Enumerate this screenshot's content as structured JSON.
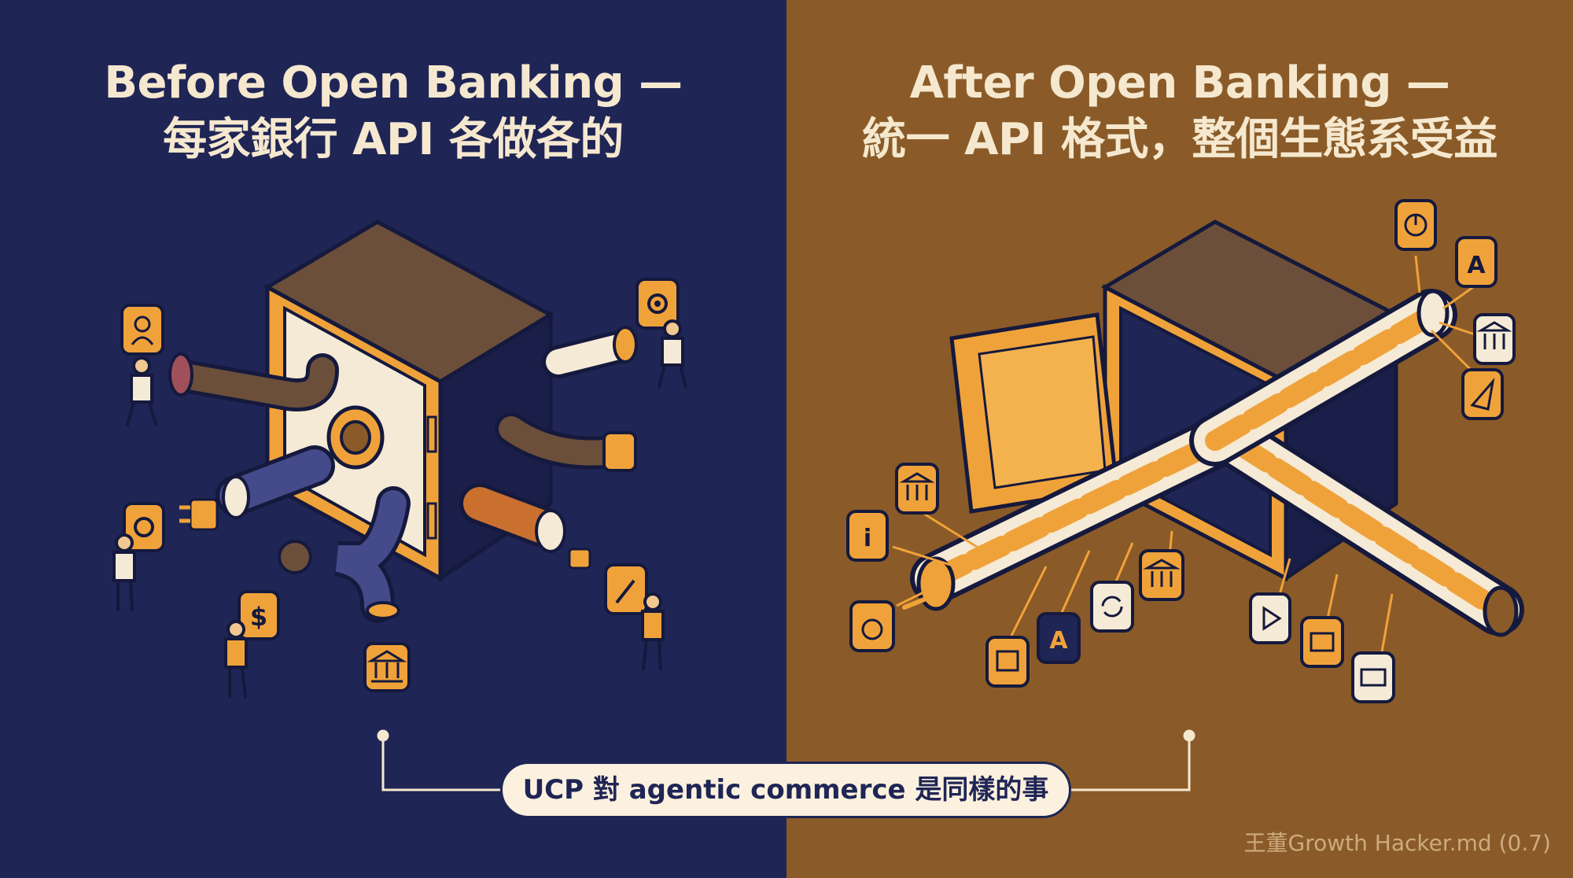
{
  "left": {
    "title_line1": "Before Open Banking —",
    "title_line2": "每家銀行 API 各做各的"
  },
  "right": {
    "title_line1": "After Open Banking —",
    "title_line2": "統一 API 格式，整個生態系受益"
  },
  "caption": "UCP 對 agentic commerce 是同樣的事",
  "watermark": "王董Growth Hacker.md (0.7)",
  "icons": {
    "left": [
      "person-icon",
      "gear-icon",
      "gear-icon",
      "dollar-icon",
      "bank-icon",
      "wrench-icon"
    ],
    "right": [
      "pie-chart-icon",
      "app-store-icon",
      "bank-icon",
      "send-icon",
      "bank-icon",
      "info-icon",
      "apple-icon",
      "box-icon",
      "app-store-icon",
      "refresh-icon",
      "bank-icon",
      "play-icon",
      "wallet-icon",
      "card-icon"
    ]
  },
  "colors": {
    "navy": "#1f2555",
    "ochre": "#8a5b28",
    "orange": "#f0a23a",
    "cream": "#f5e8cf"
  }
}
